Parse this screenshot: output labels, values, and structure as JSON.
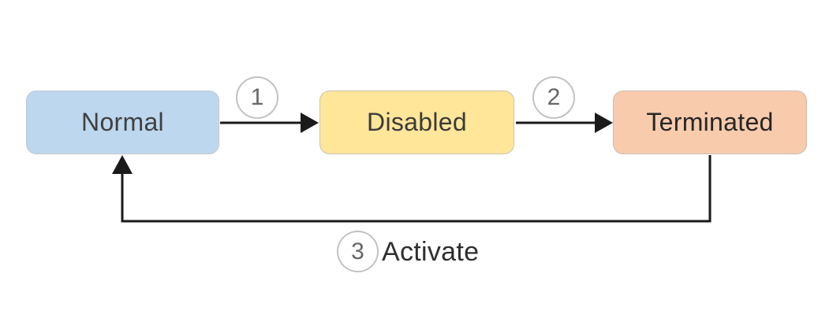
{
  "diagram": {
    "type": "state-flow",
    "background_color": "#ffffff",
    "edge_color": "#1a1a1a",
    "badge": {
      "fill": "#ffffff",
      "border_color": "#c2c2c2",
      "number_color": "#666666"
    },
    "nodes": [
      {
        "id": "normal",
        "label": "Normal",
        "fill": "#bdd7ee",
        "border_color": "#c0c6cc",
        "text_color": "#404040"
      },
      {
        "id": "disabled",
        "label": "Disabled",
        "fill": "#ffe699",
        "border_color": "#c9c3ae",
        "text_color": "#3b3b3b"
      },
      {
        "id": "terminated",
        "label": "Terminated",
        "fill": "#f8cbad",
        "border_color": "#c9bcb1",
        "text_color": "#262626"
      }
    ],
    "transitions": [
      {
        "number": "1",
        "from": "Normal",
        "to": "Disabled",
        "label": ""
      },
      {
        "number": "2",
        "from": "Disabled",
        "to": "Terminated",
        "label": ""
      },
      {
        "number": "3",
        "from": "Terminated",
        "to": "Normal",
        "label": "Activate"
      }
    ]
  }
}
